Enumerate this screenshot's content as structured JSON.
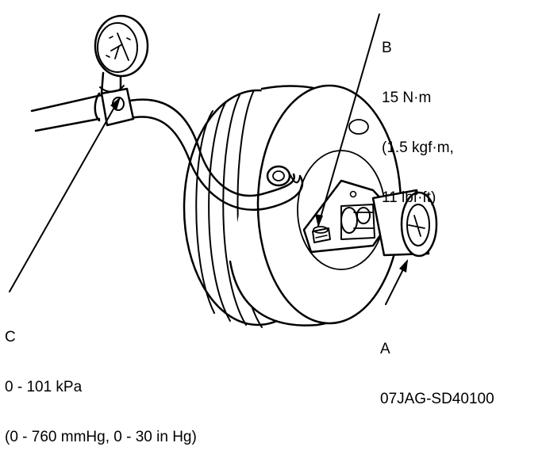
{
  "callouts": {
    "b": {
      "letter": "B",
      "lines": [
        "15 N·m",
        "(1.5 kgf·m,",
        "11 lbf·ft)"
      ]
    },
    "c": {
      "letter": "C",
      "lines": [
        "0 - 101 kPa",
        "(0 - 760 mmHg, 0 - 30 in Hg)"
      ]
    },
    "a": {
      "letter": "A",
      "code": "07JAG-SD40100"
    }
  },
  "parts": {
    "gauge": "vacuum-gauge-icon",
    "hose": "vacuum-hose-icon",
    "booster": "brake-booster-icon",
    "tool": "special-tool-icon",
    "nut": "mounting-nut-icon"
  },
  "colors": {
    "line": "#000000",
    "background": "#ffffff"
  }
}
